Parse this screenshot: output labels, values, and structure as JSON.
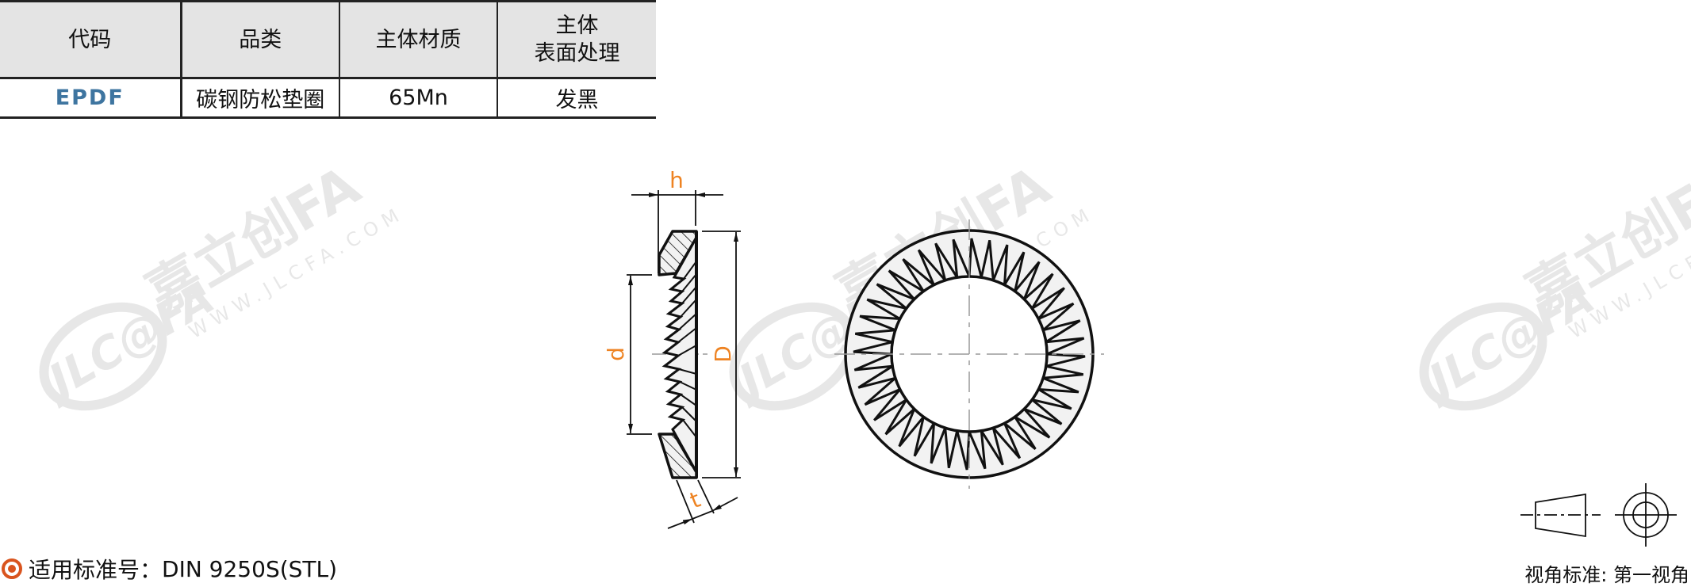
{
  "table": {
    "headers": [
      "代码",
      "品类",
      "主体材质",
      "主体\n表面处理"
    ],
    "header_lines": {
      "col4_line1": "主体",
      "col4_line2": "表面处理"
    },
    "rows": [
      {
        "code": "EPDF",
        "category": "碳钢防松垫圈",
        "material": "65Mn",
        "surface": "发黑"
      }
    ]
  },
  "drawing": {
    "labels": {
      "h": "h",
      "d": "d",
      "D": "D",
      "t": "t"
    },
    "colors": {
      "dimension_label": "#ee8322",
      "line": "#111111",
      "centerline": "#9a9a9a",
      "fill": "#f2f2f2"
    }
  },
  "watermark": {
    "logo": "JLC@FA",
    "brand": "嘉立创FA",
    "url": "WWW.JLCFA.COM"
  },
  "footer": {
    "standard_label": "适用标准号：",
    "standard_value": "DIN 9250S(STL)",
    "bullet_color": "#d9541e",
    "view_standard": "视角标准: 第一视角"
  },
  "colors": {
    "header_bg": "#e4e4e4",
    "code_text": "#3e75a0"
  }
}
